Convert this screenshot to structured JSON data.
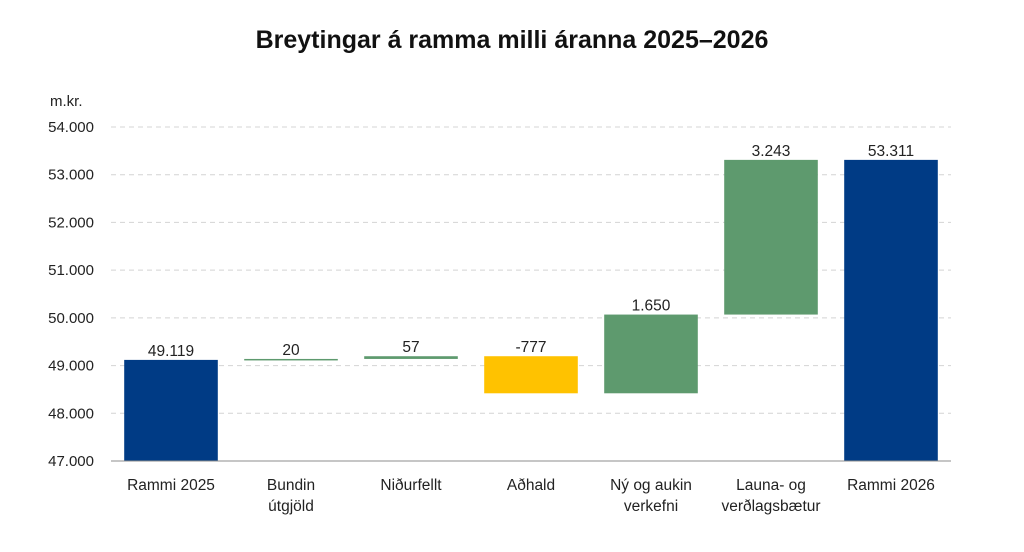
{
  "chart_data": {
    "type": "waterfall",
    "title": "Breytingar á ramma milli áranna 2025–2026",
    "unit_label": "m.kr.",
    "ylim": [
      47000,
      54000
    ],
    "yticks": [
      {
        "value": 47000,
        "label": "47.000"
      },
      {
        "value": 48000,
        "label": "48.000"
      },
      {
        "value": 49000,
        "label": "49.000"
      },
      {
        "value": 50000,
        "label": "50.000"
      },
      {
        "value": 51000,
        "label": "51.000"
      },
      {
        "value": 52000,
        "label": "52.000"
      },
      {
        "value": 53000,
        "label": "53.000"
      },
      {
        "value": 54000,
        "label": "54.000"
      }
    ],
    "grid": true,
    "bars": [
      {
        "category": [
          "Rammi 2025"
        ],
        "low": 47000,
        "high": 49119,
        "label": "49.119",
        "color": "#003b85",
        "kind": "total"
      },
      {
        "category": [
          "Bundin",
          "útgjöld"
        ],
        "low": 49119,
        "high": 49139,
        "label": "20",
        "color": "#5e9a6e",
        "kind": "increase"
      },
      {
        "category": [
          "Niðurfellt"
        ],
        "low": 49139,
        "high": 49196,
        "label": "57",
        "color": "#5e9a6e",
        "kind": "increase"
      },
      {
        "category": [
          "Aðhald"
        ],
        "low": 48419,
        "high": 49196,
        "label": "-777",
        "color": "#ffc200",
        "kind": "decrease"
      },
      {
        "category": [
          "Ný og aukin",
          "verkefni"
        ],
        "low": 48419,
        "high": 50069,
        "label": "1.650",
        "color": "#5e9a6e",
        "kind": "increase"
      },
      {
        "category": [
          "Launa- og",
          "verðlagsbætur"
        ],
        "low": 50069,
        "high": 53311,
        "label": "3.243",
        "color": "#5e9a6e",
        "kind": "increase"
      },
      {
        "category": [
          "Rammi 2026"
        ],
        "low": 47000,
        "high": 53311,
        "label": "53.311",
        "color": "#003b85",
        "kind": "total"
      }
    ]
  }
}
